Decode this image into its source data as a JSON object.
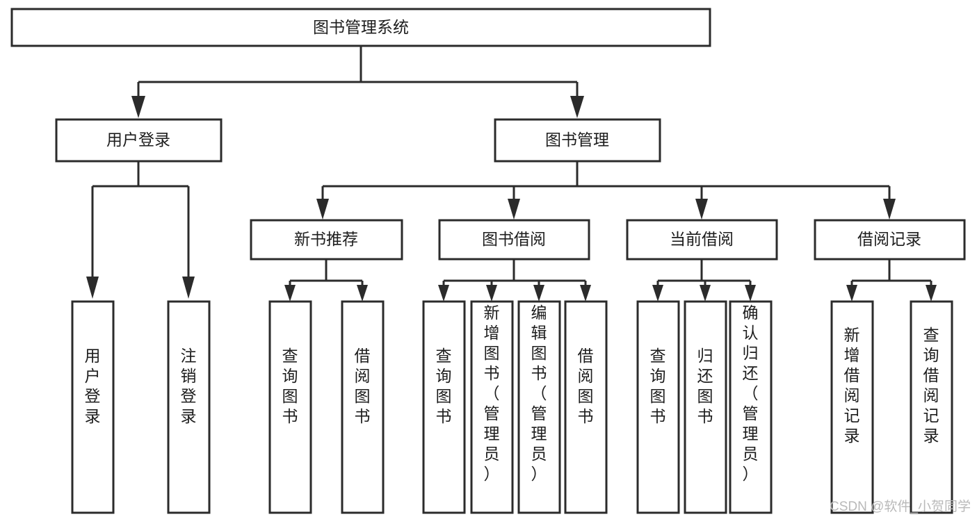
{
  "diagram": {
    "title": "图书管理系统",
    "type": "tree-hierarchy",
    "root": {
      "id": "root",
      "label": "图书管理系统"
    },
    "level2": [
      {
        "id": "user-login",
        "label": "用户登录"
      },
      {
        "id": "book-manage",
        "label": "图书管理"
      }
    ],
    "level3": [
      {
        "id": "new-book-recommend",
        "label": "新书推荐",
        "parent": "book-manage"
      },
      {
        "id": "book-borrow",
        "label": "图书借阅",
        "parent": "book-manage"
      },
      {
        "id": "current-borrow",
        "label": "当前借阅",
        "parent": "book-manage"
      },
      {
        "id": "borrow-record",
        "label": "借阅记录",
        "parent": "book-manage"
      }
    ],
    "leaves": [
      {
        "id": "leaf-user-login",
        "label": "用户登录",
        "parent": "user-login"
      },
      {
        "id": "leaf-logout-login",
        "label": "注销登录",
        "parent": "user-login"
      },
      {
        "id": "leaf-query-book-1",
        "label": "查询图书",
        "parent": "new-book-recommend"
      },
      {
        "id": "leaf-borrow-book-1",
        "label": "借阅图书",
        "parent": "new-book-recommend"
      },
      {
        "id": "leaf-query-book-2",
        "label": "查询图书",
        "parent": "book-borrow"
      },
      {
        "id": "leaf-add-book",
        "label": "新增图书（管理员）",
        "parent": "book-borrow"
      },
      {
        "id": "leaf-edit-book",
        "label": "编辑图书（管理员）",
        "parent": "book-borrow"
      },
      {
        "id": "leaf-borrow-book-2",
        "label": "借阅图书",
        "parent": "book-borrow"
      },
      {
        "id": "leaf-query-book-3",
        "label": "查询图书",
        "parent": "current-borrow"
      },
      {
        "id": "leaf-return-book",
        "label": "归还图书",
        "parent": "current-borrow"
      },
      {
        "id": "leaf-confirm-return",
        "label": "确认归还（管理员）",
        "parent": "current-borrow"
      },
      {
        "id": "leaf-add-borrow-record",
        "label": "新增借阅记录",
        "parent": "borrow-record"
      },
      {
        "id": "leaf-query-borrow-record",
        "label": "查询借阅记录",
        "parent": "borrow-record"
      }
    ],
    "watermark": "CSDN @软件_小贺同学",
    "colors": {
      "background": "#ffffff",
      "stroke": "#2b2b2b",
      "box_fill": "#ffffff",
      "text": "#1d1d1d",
      "watermark": "#b9b9b9"
    }
  }
}
